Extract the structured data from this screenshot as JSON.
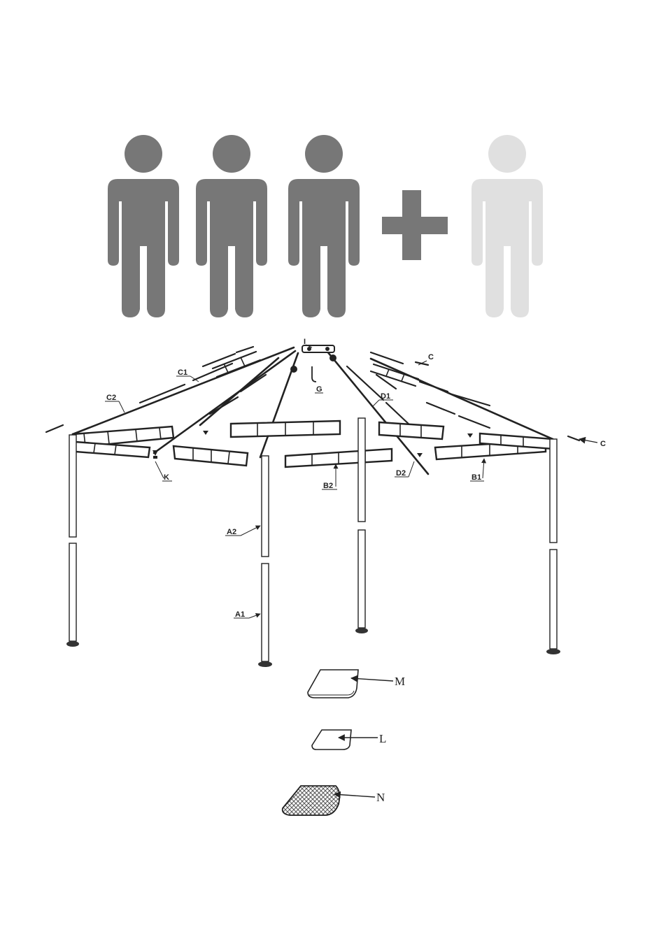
{
  "people": [
    {
      "color": "#777777"
    },
    {
      "color": "#777777"
    },
    {
      "color": "#777777"
    },
    {
      "color": "#e0e0e0"
    }
  ],
  "plus_color": "#777777",
  "parts": {
    "A1": "A1",
    "A2": "A2",
    "B1": "B1",
    "B2": "B2",
    "C": "C",
    "C1": "C1",
    "C2": "C2",
    "D1": "D1",
    "D2": "D2",
    "G": "G",
    "I": "I",
    "K": "K",
    "L": "L",
    "M": "M",
    "N": "N"
  },
  "pad_colors": {
    "outline": "#222222",
    "mesh": "#555555"
  }
}
